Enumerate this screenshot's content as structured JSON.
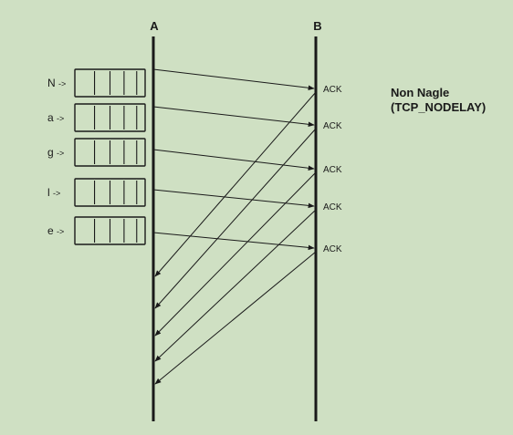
{
  "nodes": {
    "a": "A",
    "b": "B"
  },
  "segments": [
    {
      "char": "N",
      "arrow": "->",
      "ack": "ACK"
    },
    {
      "char": "a",
      "arrow": "->",
      "ack": "ACK"
    },
    {
      "char": "g",
      "arrow": "->",
      "ack": "ACK"
    },
    {
      "char": "l",
      "arrow": "->",
      "ack": "ACK"
    },
    {
      "char": "e",
      "arrow": "->",
      "ack": "ACK"
    }
  ],
  "note": {
    "line1": "Non Nagle",
    "line2": "(TCP_NODELAY)"
  },
  "colors": {
    "background": "#cfe0c3",
    "line": "#1a1a1a"
  }
}
